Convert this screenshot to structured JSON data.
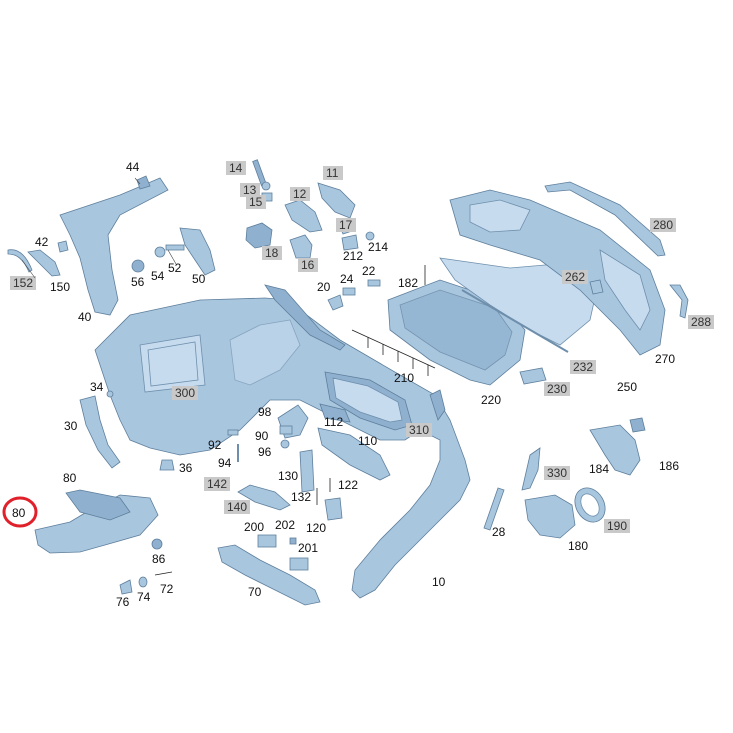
{
  "highlight": {
    "label": "80",
    "ring_color": "#e0202a"
  },
  "box_color": "#c9c9c9",
  "part_color": "#a9c6df",
  "labels": {
    "l44": "44",
    "l14": "14",
    "l13": "13",
    "l15": "15",
    "l11": "11",
    "l12": "12",
    "l17": "17",
    "l214": "214",
    "l18": "18",
    "l16": "16",
    "l212": "212",
    "l24": "24",
    "l22": "22",
    "l20": "20",
    "l42": "42",
    "l152": "152",
    "l150": "150",
    "l56": "56",
    "l54": "54",
    "l52": "52",
    "l50": "50",
    "l40": "40",
    "l182": "182",
    "l280": "280",
    "l262": "262",
    "l288": "288",
    "l270": "270",
    "l232": "232",
    "l250": "250",
    "l230": "230",
    "l220": "220",
    "l210": "210",
    "l300": "300",
    "l34": "34",
    "l30": "30",
    "l98": "98",
    "l112": "112",
    "l310": "310",
    "l90": "90",
    "l92": "92",
    "l96": "96",
    "l110": "110",
    "l94": "94",
    "l36": "36",
    "l80a": "80",
    "l142": "142",
    "l130": "130",
    "l122": "122",
    "l132": "132",
    "l140": "140",
    "l200": "200",
    "l202": "202",
    "l120": "120",
    "l201": "201",
    "l86": "86",
    "l72": "72",
    "l76": "76",
    "l74": "74",
    "l70": "70",
    "l10": "10",
    "l28": "28",
    "l330": "330",
    "l184": "184",
    "l186": "186",
    "l190": "190",
    "l180": "180"
  }
}
